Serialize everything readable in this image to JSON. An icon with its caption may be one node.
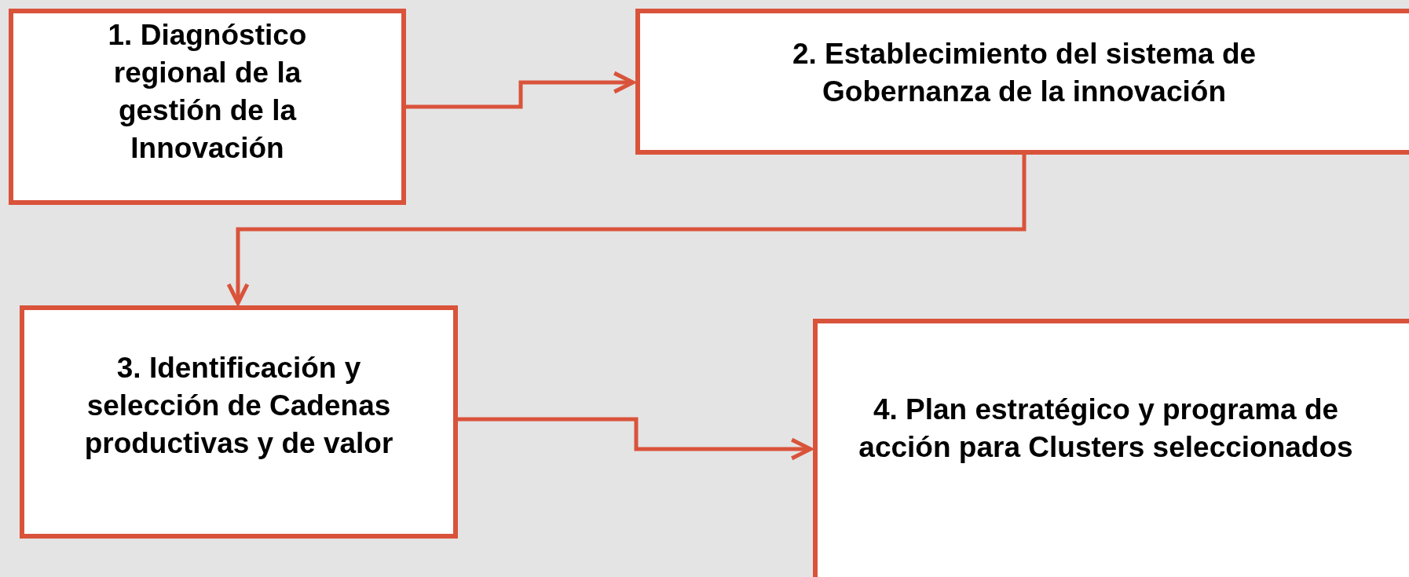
{
  "diagram": {
    "nodes": [
      {
        "text": [
          "1. Diagnóstico regional  de la gestión de la Innovación"
        ]
      },
      {
        "text": [
          "2. Establecimiento del sistema de Gobernanza de la innovación"
        ]
      },
      {
        "text": [
          "3. Identificación y selección  de Cadenas productivas y de valor"
        ]
      },
      {
        "text": [
          "4. Plan estratégico y programa de acción para Clusters seleccionados"
        ]
      }
    ],
    "edges": [
      {
        "from": 0,
        "to": 1,
        "arrow": "to"
      },
      {
        "from": 1,
        "to": 2,
        "arrow": "to"
      },
      {
        "from": 2,
        "to": 3,
        "arrow": "to"
      }
    ]
  }
}
